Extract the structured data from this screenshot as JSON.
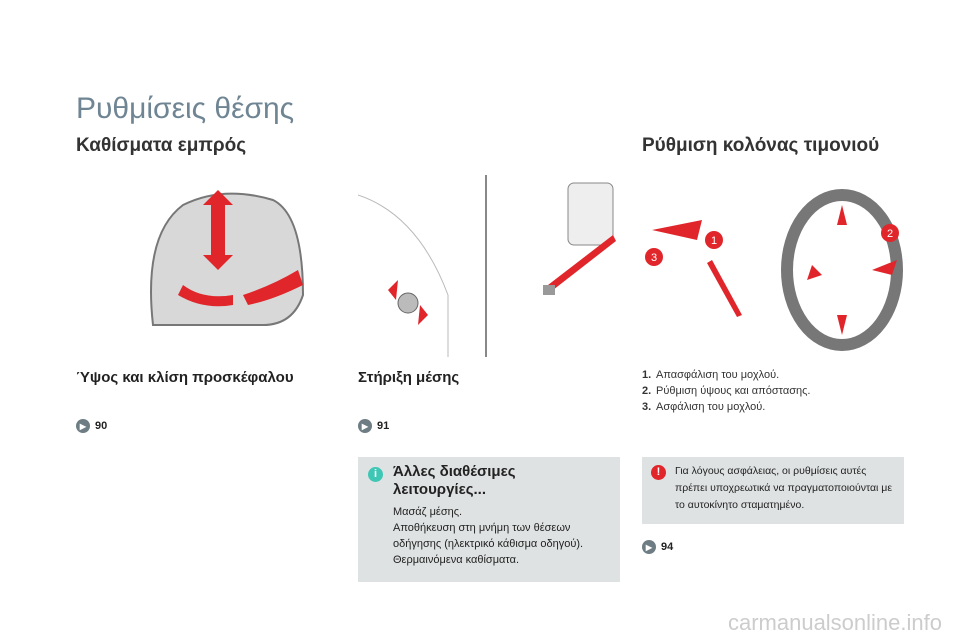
{
  "page_title": "Ρυθμίσεις θέσης",
  "left_heading": "Καθίσματα εμπρός",
  "right_heading": "Ρύθμιση κολόνας τιμονιού",
  "headrest": {
    "caption": "Ύψος και κλίση προσκέφαλου",
    "ref": "90"
  },
  "lumbar": {
    "caption": "Στήριξη μέσης",
    "ref": "91"
  },
  "steering": {
    "steps": [
      {
        "num": "1.",
        "text": "Απασφάλιση του μοχλού."
      },
      {
        "num": "2.",
        "text": "Ρύθμιση ύψους και απόστασης."
      },
      {
        "num": "3.",
        "text": "Ασφάλιση του μοχλού."
      }
    ],
    "labels": [
      "1",
      "2",
      "3"
    ]
  },
  "info_box": {
    "title": "Άλλες διαθέσιμες λειτουργίες...",
    "lines": [
      "Μασάζ μέσης.",
      "Αποθήκευση στη μνήμη των θέσεων οδήγησης (ηλεκτρικό κάθισμα οδηγού).",
      "Θερμαινόμενα καθίσματα."
    ]
  },
  "warning_box": {
    "text": "Για λόγους ασφάλειας, οι ρυθμίσεις αυτές πρέπει υποχρεωτικά να πραγματοποιούνται με το αυτοκίνητο σταματημένο.",
    "ref": "94"
  },
  "footer": "carmanualsonline.info",
  "colors": {
    "arrow": "#e0262b",
    "info": "#3fc7b5",
    "warning": "#e0262b"
  }
}
